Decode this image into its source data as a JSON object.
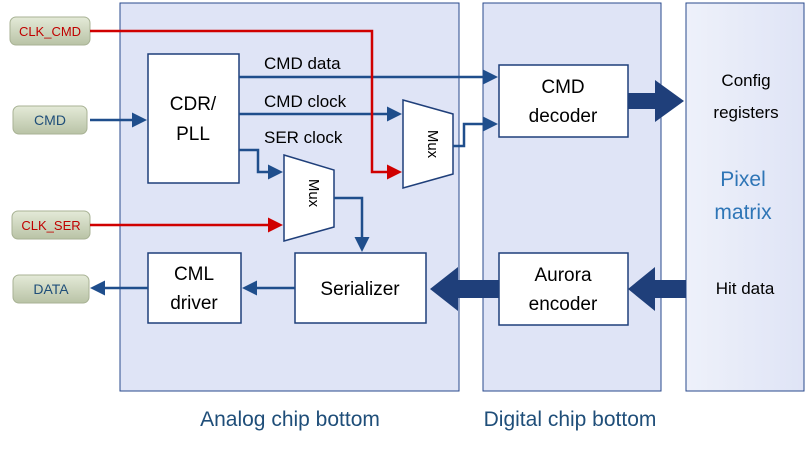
{
  "regions": {
    "analog_label": "Analog chip bottom",
    "digital_label": "Digital chip bottom",
    "pixel_label_line1": "Pixel",
    "pixel_label_line2": "matrix"
  },
  "pins": {
    "clk_cmd": "CLK_CMD",
    "cmd": "CMD",
    "clk_ser": "CLK_SER",
    "data": "DATA"
  },
  "blocks": {
    "cdr_line1": "CDR/",
    "cdr_line2": "PLL",
    "mux_top": "Mux",
    "mux_bottom": "Mux",
    "cml_line1": "CML",
    "cml_line2": "driver",
    "serializer": "Serializer",
    "cmd_decoder_line1": "CMD",
    "cmd_decoder_line2": "decoder",
    "aurora_line1": "Aurora",
    "aurora_line2": "encoder"
  },
  "signals": {
    "cmd_data": "CMD data",
    "cmd_clock": "CMD clock",
    "ser_clock": "SER clock"
  },
  "pixel_side": {
    "config_line1": "Config",
    "config_line2": "registers",
    "hit_data": "Hit data"
  },
  "colors": {
    "region_fill": "#dfe4f6",
    "region_stroke": "#2a4a8c",
    "pin_fill": "#cfd8c0",
    "pin_text_red": "#c00000",
    "pin_text_blue": "#1f4e79",
    "wire_blue": "#1f4e8c",
    "wire_red": "#d00000",
    "region_label": "#1f4e79",
    "pixel_label": "#2e75b6",
    "fat_arrow": "#1f3f7a"
  }
}
